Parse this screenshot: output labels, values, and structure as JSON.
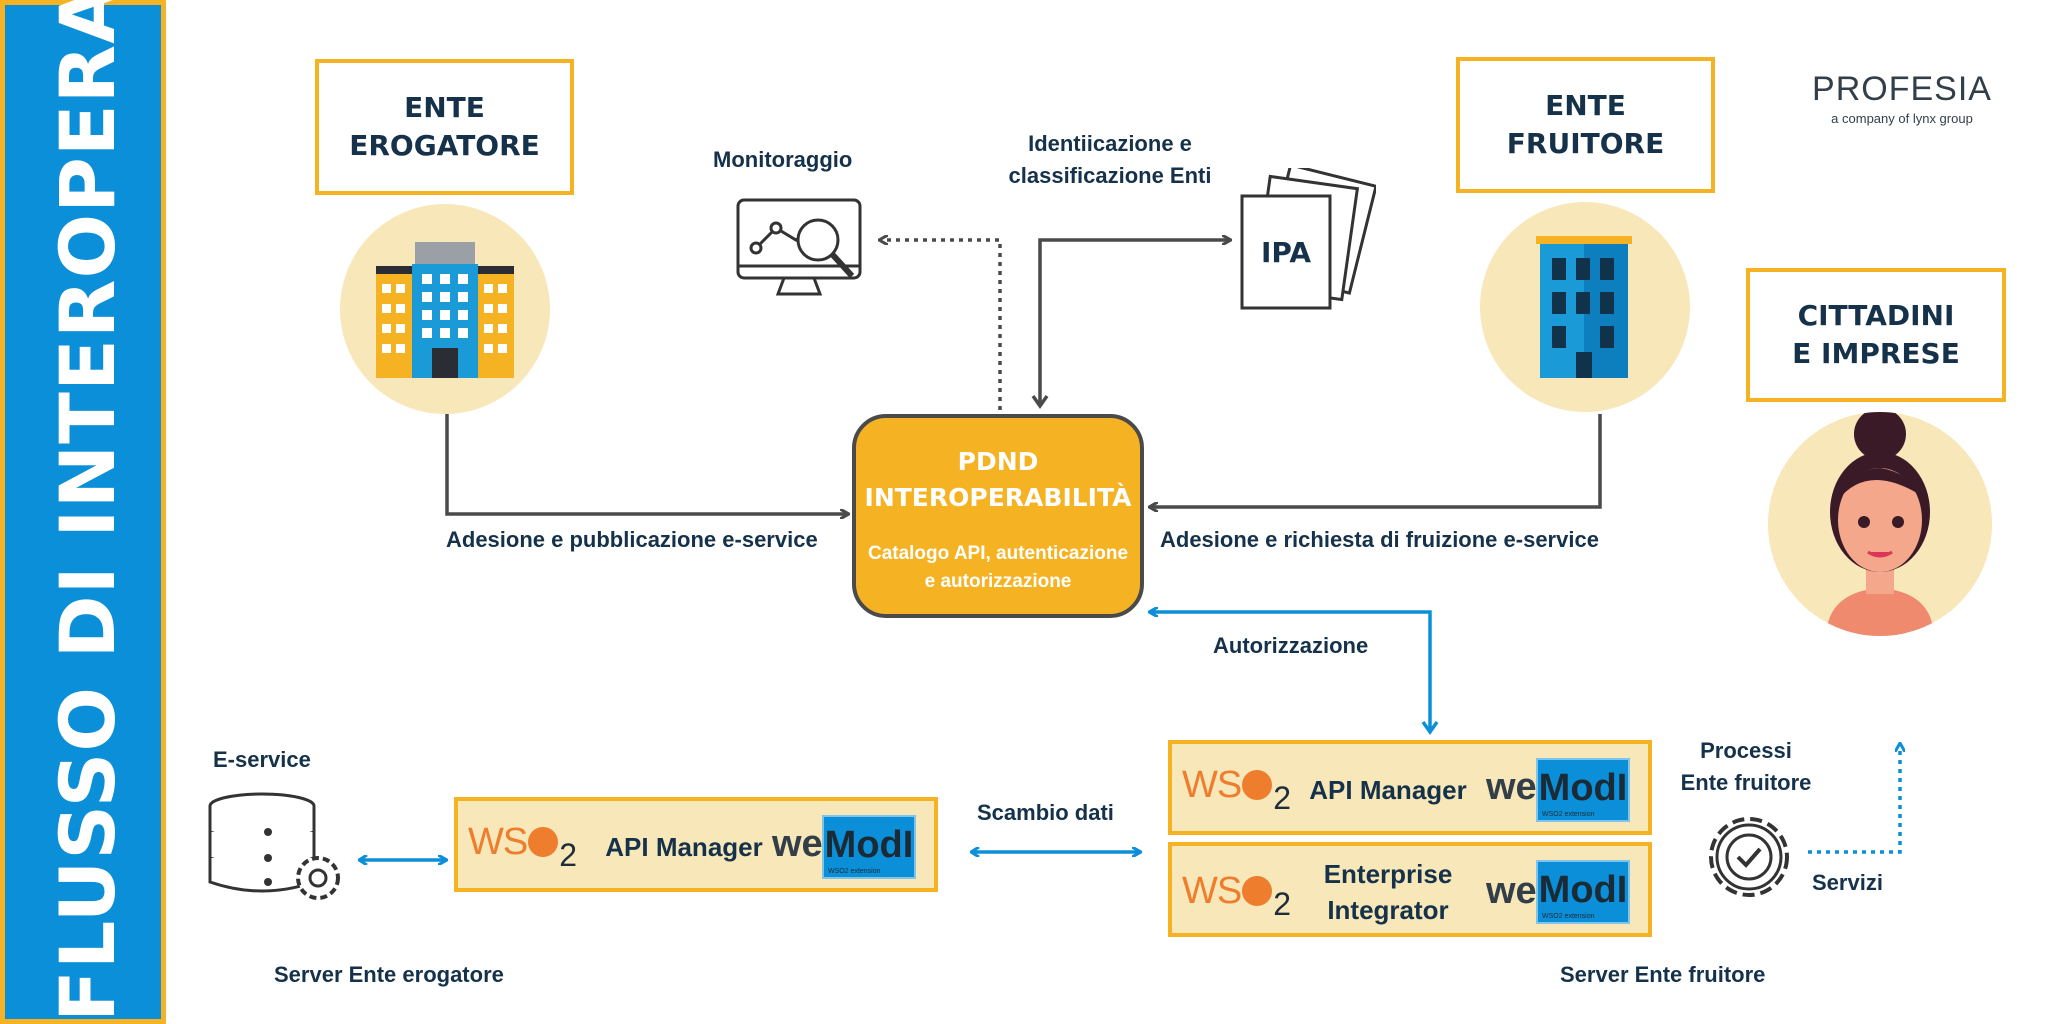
{
  "sidebar": {
    "title": "FLUSSO DI INTEROPERABILITÀ"
  },
  "logo": {
    "name": "PROFESIA",
    "tagline": "a company of lynx group"
  },
  "nodes": {
    "ente_erogatore": {
      "line1": "ENTE",
      "line2": "EROGATORE"
    },
    "ente_fruitore": {
      "line1": "ENTE",
      "line2": "FRUITORE"
    },
    "cittadini": {
      "line1": "CITTADINI",
      "line2": "E IMPRESE"
    },
    "pdnd": {
      "title": "PDND\nINTEROPERABILITÀ",
      "subtitle": "Catalogo API, autenticazione\ne autorizzazione"
    },
    "ipa": {
      "label": "IPA"
    }
  },
  "labels": {
    "monitoraggio": "Monitoraggio",
    "identificazione_1": "Identiicazione e",
    "identificazione_2": "classificazione Enti",
    "adesione_pubblicazione": "Adesione e pubblicazione e-service",
    "adesione_richiesta": "Adesione e richiesta di fruizione e-service",
    "autorizzazione": "Autorizzazione",
    "eservice": "E-service",
    "scambio_dati": "Scambio dati",
    "processi_1": "Processi",
    "processi_2": "Ente fruitore",
    "servizi": "Servizi",
    "server_erogatore": "Server Ente erogatore",
    "server_fruitore": "Server Ente fruitore"
  },
  "bars": {
    "erogatore_api": {
      "wso": "WS",
      "two": "2",
      "label": "API Manager",
      "we": "we",
      "modl": "ModI",
      "modl_note": "WSO2 extension"
    },
    "fruitore_api": {
      "wso": "WS",
      "two": "2",
      "label": "API Manager",
      "we": "we",
      "modl": "ModI",
      "modl_note": "WSO2 extension"
    },
    "fruitore_ei": {
      "wso": "WS",
      "two": "2",
      "label_1": "Enterprise",
      "label_2": "Integrator",
      "we": "we",
      "modl": "ModI",
      "modl_note": "WSO2 extension"
    }
  },
  "colors": {
    "blue": "#0b8fd8",
    "orange": "#f5b324",
    "cream": "#f8e7b8",
    "dark": "#15324a",
    "arrow": "#4a4a4a"
  }
}
